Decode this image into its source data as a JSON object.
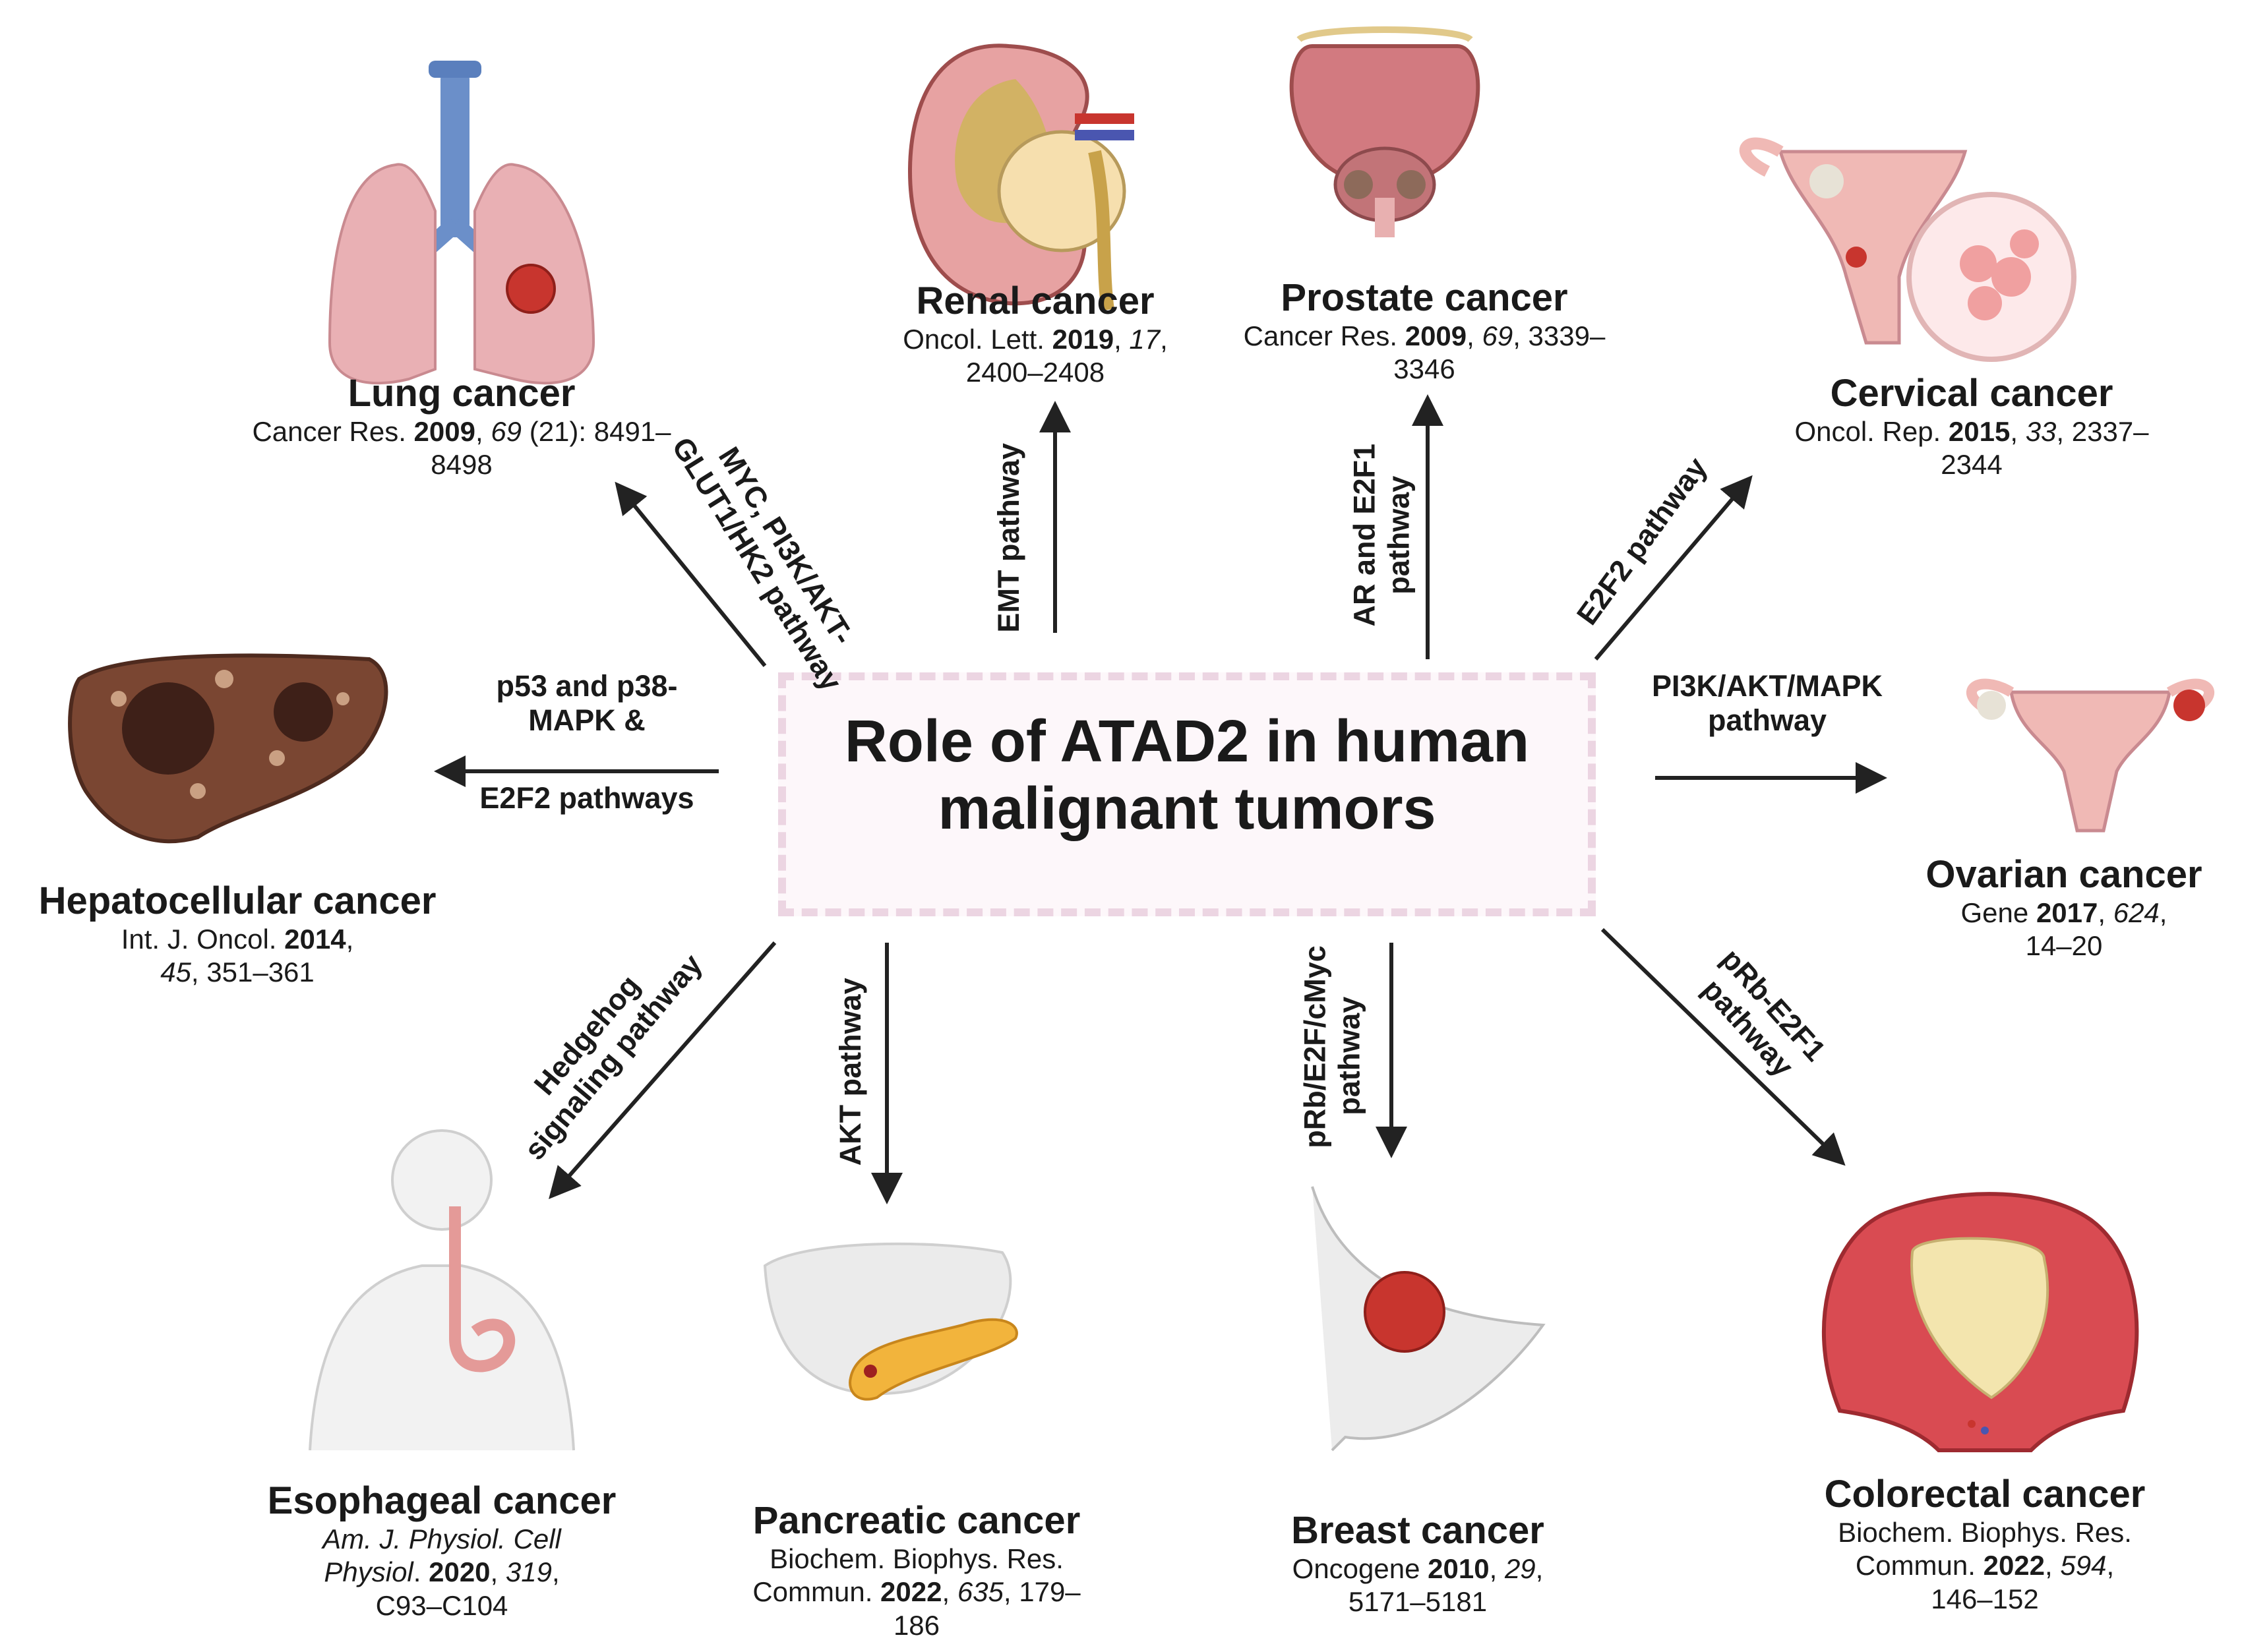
{
  "title": "Role of ATAD2 in human malignant tumors",
  "cancers": [
    {
      "id": "lung",
      "name": "Lung cancer",
      "ref": [
        {
          "t": "Cancer Res. "
        },
        {
          "t": "2009",
          "b": true
        },
        {
          "t": ", "
        },
        {
          "t": "69",
          "i": true
        },
        {
          "t": " (21): 8491–8498"
        }
      ]
    },
    {
      "id": "renal",
      "name": "Renal cancer",
      "ref": [
        {
          "t": "Oncol. Lett. "
        },
        {
          "t": "2019",
          "b": true
        },
        {
          "t": ", "
        },
        {
          "t": "17",
          "i": true
        },
        {
          "t": ", 2400–2408"
        }
      ]
    },
    {
      "id": "prostate",
      "name": "Prostate cancer",
      "ref": [
        {
          "t": "Cancer Res. "
        },
        {
          "t": "2009",
          "b": true
        },
        {
          "t": ", "
        },
        {
          "t": "69",
          "i": true
        },
        {
          "t": ", 3339–3346"
        }
      ]
    },
    {
      "id": "cervical",
      "name": "Cervical cancer",
      "ref": [
        {
          "t": "Oncol. Rep. "
        },
        {
          "t": "2015",
          "b": true
        },
        {
          "t": ", "
        },
        {
          "t": "33",
          "i": true
        },
        {
          "t": ", 2337–2344"
        }
      ]
    },
    {
      "id": "hepato",
      "name": "Hepatocellular cancer",
      "ref": [
        {
          "t": "Int. J. Oncol. "
        },
        {
          "t": "2014",
          "b": true
        },
        {
          "t": ", "
        },
        {
          "t": "45",
          "i": true
        },
        {
          "t": ", 351–361"
        }
      ]
    },
    {
      "id": "ovarian",
      "name": "Ovarian cancer",
      "ref": [
        {
          "t": "Gene "
        },
        {
          "t": "2017",
          "b": true
        },
        {
          "t": ", "
        },
        {
          "t": "624",
          "i": true
        },
        {
          "t": ", 14–20"
        }
      ]
    },
    {
      "id": "esophageal",
      "name": "Esophageal cancer",
      "ref": [
        {
          "t": "Am. J. Physiol. Cell Physiol",
          "i": true
        },
        {
          "t": ". "
        },
        {
          "t": "2020",
          "b": true
        },
        {
          "t": ", "
        },
        {
          "t": "319",
          "i": true
        },
        {
          "t": ", C93–C104"
        }
      ]
    },
    {
      "id": "pancreatic",
      "name": "Pancreatic cancer",
      "ref": [
        {
          "t": "Biochem. Biophys. Res. Commun. "
        },
        {
          "t": "2022",
          "b": true
        },
        {
          "t": ", "
        },
        {
          "t": "635",
          "i": true
        },
        {
          "t": ", 179–186"
        }
      ]
    },
    {
      "id": "breast",
      "name": "Breast cancer",
      "ref": [
        {
          "t": "Oncogene "
        },
        {
          "t": "2010",
          "b": true
        },
        {
          "t": ", "
        },
        {
          "t": "29",
          "i": true
        },
        {
          "t": ", 5171–5181"
        }
      ]
    },
    {
      "id": "colorectal",
      "name": "Colorectal cancer",
      "ref": [
        {
          "t": "Biochem. Biophys. Res. Commun. "
        },
        {
          "t": "2022",
          "b": true
        },
        {
          "t": ", "
        },
        {
          "t": "594",
          "i": true
        },
        {
          "t": ", 146–152"
        }
      ]
    }
  ],
  "pathways": {
    "lung": "MYC, PI3K/AKT-GLUT1/HK2 pathway",
    "renal": "EMT pathway",
    "prostate": "AR and E2F1 pathway",
    "cervical": "E2F2 pathway",
    "hepato_top": "p53 and p38-MAPK &",
    "hepato_bottom": "E2F2 pathways",
    "ovarian": "PI3K/AKT/MAPK pathway",
    "esophageal": "Hedgehog signaling pathway",
    "pancreatic": "AKT pathway",
    "breast": "pRb/E2F/cMyc pathway",
    "colorectal": "pRb-E2F1 pathway"
  },
  "colors": {
    "arrow": "#222222",
    "tumor": "#c8352e",
    "tissue": "#e7a6a6",
    "title_box": "#fdf7fa",
    "title_border": "#ecd5e2"
  }
}
